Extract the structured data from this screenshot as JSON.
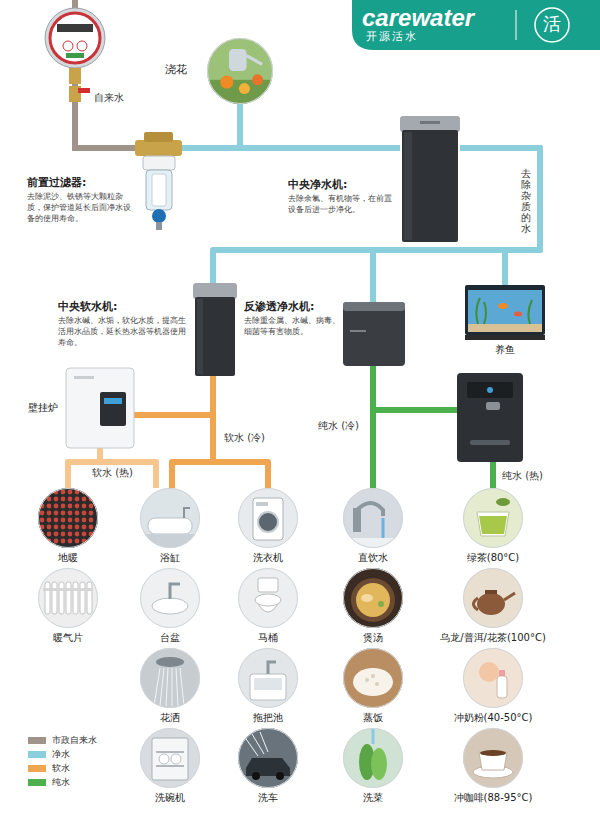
{
  "diagram": {
    "nodes": [
      {
        "text": [
          "浇花"
        ]
      },
      {
        "text": [
          "前置过滤器:",
          "去除泥沙、铁锈等大颗粒杂质，保护管道延长后面净水设备的使用寿命。"
        ]
      },
      {
        "text": [
          "中央净水机:",
          "去除余氯、有机物等，在前置设备后进一步净化。"
        ]
      },
      {
        "text": [
          "中央软水机:",
          "去除水碱、水垢，软化水质，提高生活用水品质，延长热水器等机器使用寿命。"
        ]
      },
      {
        "text": [
          "反渗透净水机:",
          "去除重金属、水碱、病毒、细菌等有害物质。"
        ]
      },
      {
        "text": [
          "养鱼"
        ]
      },
      {
        "text": [
          "壁挂炉"
        ]
      },
      {
        "text": [
          "地暖"
        ]
      },
      {
        "text": [
          "浴缸"
        ]
      },
      {
        "text": [
          "洗衣机"
        ]
      },
      {
        "text": [
          "直饮水"
        ]
      },
      {
        "text": [
          "绿茶(80°C)"
        ]
      },
      {
        "text": [
          "暖气片"
        ]
      },
      {
        "text": [
          "台盆"
        ]
      },
      {
        "text": [
          "马桶"
        ]
      },
      {
        "text": [
          "煲汤"
        ]
      },
      {
        "text": [
          "乌龙/普洱/花茶(100°C)"
        ]
      },
      {
        "text": [
          "花洒"
        ]
      },
      {
        "text": [
          "拖把池"
        ]
      },
      {
        "text": [
          "蒸饭"
        ]
      },
      {
        "text": [
          "冲奶粉(40-50°C)"
        ]
      },
      {
        "text": [
          "洗碗机"
        ]
      },
      {
        "text": [
          "洗车"
        ]
      },
      {
        "text": [
          "洗菜"
        ]
      },
      {
        "text": [
          "冲咖啡(88-95°C)"
        ]
      }
    ],
    "edges": [
      {
        "from": 1,
        "to": 0,
        "arrow": "none"
      },
      {
        "from": 1,
        "to": 2,
        "arrow": "none"
      },
      {
        "from": 2,
        "to": 3,
        "arrow": "none"
      },
      {
        "from": 2,
        "to": 4,
        "arrow": "none"
      },
      {
        "from": 2,
        "to": 5,
        "arrow": "none"
      },
      {
        "from": 3,
        "to": 6,
        "arrow": "none"
      },
      {
        "from": 3,
        "to": 8,
        "arrow": "none"
      },
      {
        "from": 3,
        "to": 9,
        "arrow": "none"
      },
      {
        "from": 6,
        "to": 7,
        "arrow": "none"
      },
      {
        "from": 6,
        "to": 8,
        "arrow": "none"
      },
      {
        "from": 4,
        "to": 10,
        "arrow": "none"
      },
      {
        "from": 4,
        "to": 11,
        "arrow": "none"
      }
    ],
    "labels": [
      "carewater",
      "开源活水",
      "活",
      "自来水",
      "去除杂质的水",
      "纯水 (冷)",
      "软水 (冷)",
      "软水 (热)",
      "纯水 (热)"
    ],
    "legend": [
      {
        "text": "市政自来水",
        "color": "#a0948a"
      },
      {
        "text": "净水",
        "color": "#8ccfdc"
      },
      {
        "text": "软水",
        "color": "#f0a550"
      },
      {
        "text": "纯水",
        "color": "#4db04f"
      }
    ]
  }
}
